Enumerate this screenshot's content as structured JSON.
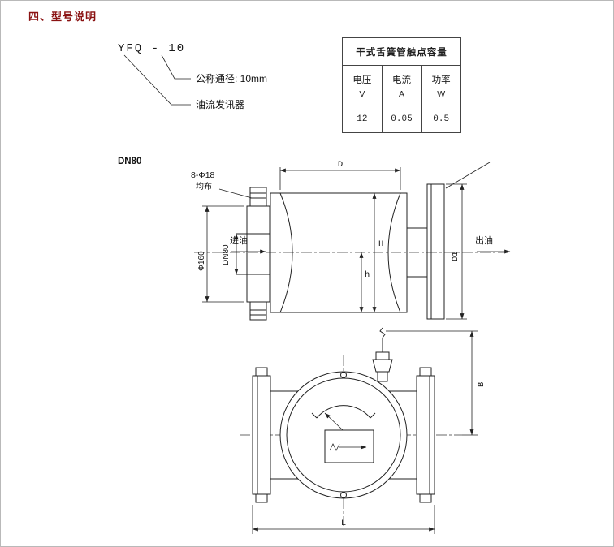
{
  "colors": {
    "section_title": "#8a1212",
    "drawing_line": "#222222"
  },
  "header": {
    "section_title": "四、型号说明"
  },
  "model": {
    "code": "YFQ - 10",
    "callouts": [
      {
        "label": "公称通径: 10mm"
      },
      {
        "label": "油流发讯器"
      }
    ]
  },
  "spec_table": {
    "title": "干式舌簧管触点容量",
    "columns": [
      {
        "name": "电压",
        "unit": "V"
      },
      {
        "name": "电流",
        "unit": "A"
      },
      {
        "name": "功率",
        "unit": "W"
      }
    ],
    "values": [
      "12",
      "0.05",
      "0.5"
    ]
  },
  "drawing": {
    "view_label": "DN80",
    "labels": {
      "bolt_spec": "8-Φ18",
      "bolt_layout": "均布",
      "flange_od": "Φ160",
      "bore": "DN80",
      "inlet": "进油",
      "outlet": "出油",
      "dim_d": "D",
      "dim_h_upper": "H",
      "dim_h_lower": "h",
      "dim_d1": "D1",
      "dim_b": "B",
      "dim_l": "L"
    }
  }
}
